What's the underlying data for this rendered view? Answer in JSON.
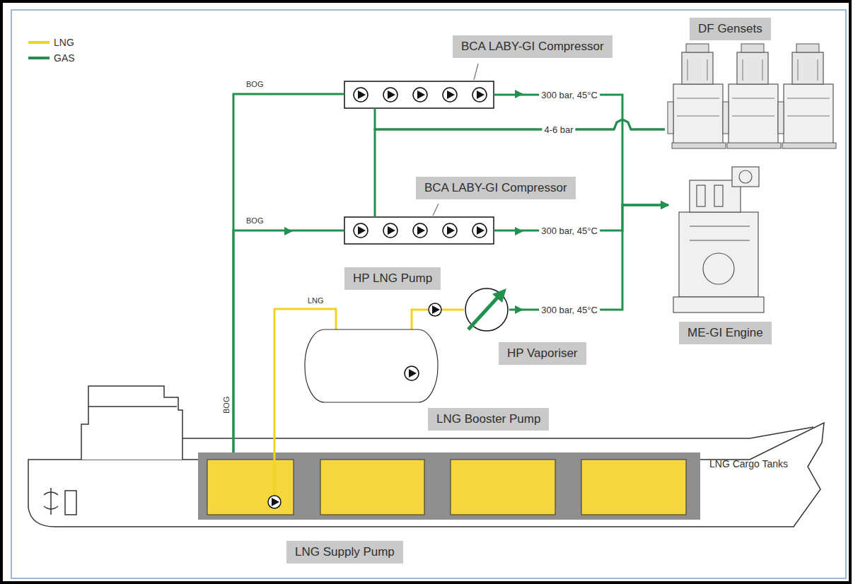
{
  "diagram": {
    "nodes": [
      {
        "text": [
          "DF Gensets"
        ]
      },
      {
        "text": [
          "BCA LABY-GI Compressor"
        ]
      },
      {
        "text": [
          "BCA LABY-GI Compressor"
        ]
      },
      {
        "text": [
          "HP LNG Pump"
        ]
      },
      {
        "text": [
          "HP Vaporiser"
        ]
      },
      {
        "text": [
          "ME-GI Engine"
        ]
      },
      {
        "text": [
          "LNG Booster Pump"
        ]
      },
      {
        "text": [
          "LNG Cargo Tanks"
        ]
      },
      {
        "text": [
          "LNG Supply Pump"
        ],
        "in": 7
      }
    ],
    "edges": [
      {
        "from": 7,
        "to": 1,
        "arrow": "none",
        "label": "BOG"
      },
      {
        "from": 7,
        "to": 2,
        "arrow": "none",
        "label": "BOG"
      },
      {
        "from": 1,
        "to": 5,
        "arrow": "to",
        "label": "300 bar, 45°C"
      },
      {
        "from": 2,
        "to": 5,
        "arrow": "to",
        "label": "300 bar, 45°C"
      },
      {
        "from": 4,
        "to": 5,
        "arrow": "to",
        "label": "300 bar, 45°C"
      },
      {
        "from": 1,
        "to": 0,
        "arrow": "none",
        "label": "4-6 bar"
      },
      {
        "from": 2,
        "to": 0,
        "arrow": "none"
      },
      {
        "from": 8,
        "to": 6,
        "arrow": "none",
        "label": "LNG"
      },
      {
        "from": 6,
        "to": 3,
        "arrow": "none"
      },
      {
        "from": 3,
        "to": 4,
        "arrow": "none"
      }
    ],
    "labels": [
      "BOG"
    ],
    "legend": [
      {
        "text": "LNG"
      },
      {
        "text": "GAS"
      }
    ]
  }
}
